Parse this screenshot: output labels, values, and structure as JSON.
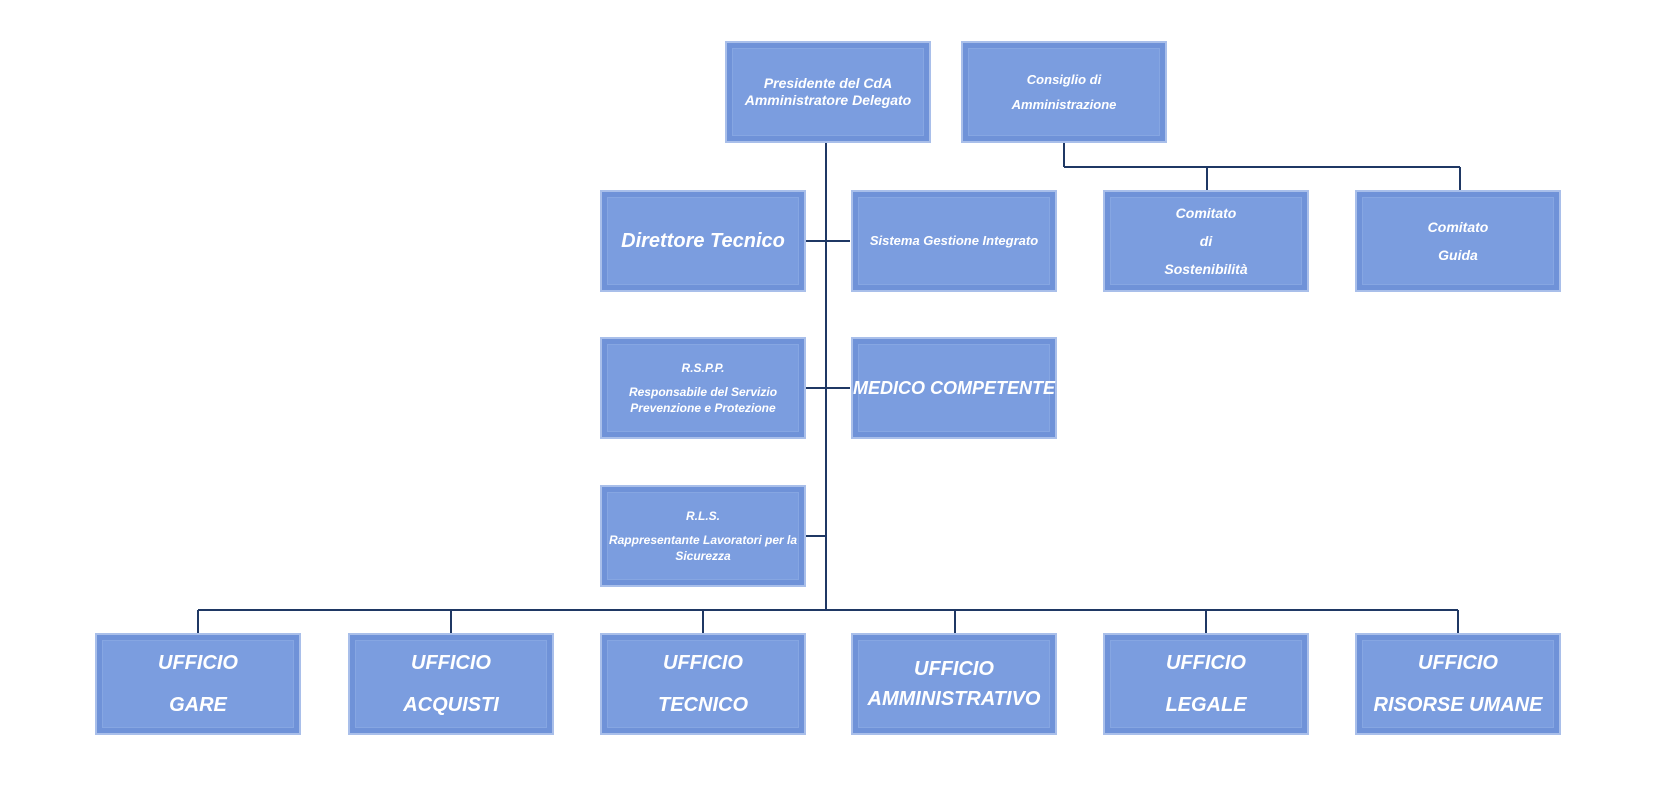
{
  "top": {
    "presidente": [
      "Presidente del CdA",
      "Amministratore Delegato"
    ],
    "consiglio": [
      "Consiglio di",
      "Amministrazione"
    ]
  },
  "row2": {
    "direttore": "Direttore Tecnico",
    "sistema": "Sistema Gestione Integrato",
    "comitato_sostenibilita": [
      "Comitato",
      "di",
      "Sostenibilità"
    ],
    "comitato_guida": [
      "Comitato",
      "Guida"
    ]
  },
  "row3": {
    "rspp_title": "R.S.P.P.",
    "rspp_desc": [
      "Responsabile del Servizio",
      "Prevenzione e Protezione"
    ],
    "medico": "MEDICO COMPETENTE"
  },
  "row4": {
    "rls_title": "R.L.S.",
    "rls_desc": [
      "Rappresentante Lavoratori per la",
      "Sicurezza"
    ]
  },
  "uffici": [
    [
      "UFFICIO",
      "GARE"
    ],
    [
      "UFFICIO",
      "ACQUISTI"
    ],
    [
      "UFFICIO",
      "TECNICO"
    ],
    [
      "UFFICIO",
      "AMMINISTRATIVO"
    ],
    [
      "UFFICIO",
      "LEGALE"
    ],
    [
      "UFFICIO",
      "RISORSE UMANE"
    ]
  ],
  "colors": {
    "box": "#7b9ddf",
    "line": "#1f3864"
  }
}
